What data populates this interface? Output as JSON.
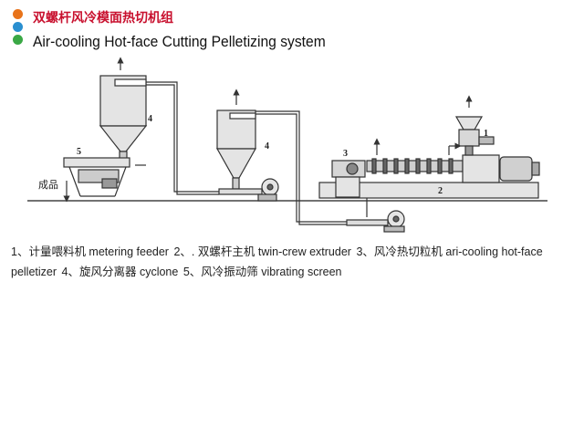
{
  "header": {
    "title_cn": "双螺杆风冷模面热切机组",
    "title_en": "Air-cooling Hot-face Cutting Pelletizing system",
    "dot_colors": [
      "#e8731a",
      "#2a8fd0",
      "#3aa845"
    ]
  },
  "diagram": {
    "labels": {
      "n1": "1",
      "n2": "2",
      "n3": "3",
      "n4a": "4",
      "n4b": "4",
      "n5": "5",
      "product": "成品"
    },
    "colors": {
      "line": "#333333",
      "fill": "#e4e4e4",
      "dark": "#555555"
    }
  },
  "caption": {
    "items": [
      "1、计量喂料机 metering feeder",
      "2、. 双螺杆主机 twin-crew extruder",
      "3、风冷热切粒机 ari-cooling hot-face pelletizer",
      "4、旋风分离器 cyclone",
      "5、风冷振动筛 vibrating screen"
    ]
  }
}
